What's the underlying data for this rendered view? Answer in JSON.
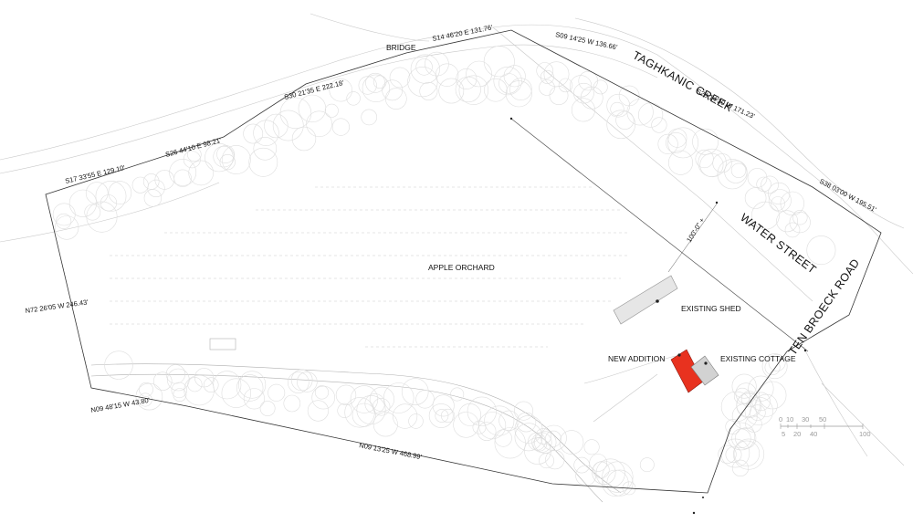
{
  "colors": {
    "new_addition_fill": "#e8321f",
    "existing_cottage_fill": "#d2d2d2",
    "existing_shed_fill": "#e6e6e6",
    "boundary_line": "#333333",
    "faint_line": "#c8c8c8",
    "label_text": "#111111",
    "scale_bar": "#9a9a9a"
  },
  "labels": {
    "bridge": "BRIDGE",
    "creek": "TAGHKANIC CREEK",
    "water_street": "WATER STREET",
    "road": "TEN BROECK ROAD",
    "orchard": "APPLE ORCHARD",
    "shed": "EXISTING SHED",
    "new_addition": "NEW ADDITION",
    "cottage": "EXISTING COTTAGE",
    "setback": "100'-0\" +"
  },
  "bearings": {
    "b1": "S17 33'55 E 129.10'",
    "b2": "S26 44'10 E 98.21'",
    "b3": "S30 21'35 E 222.18'",
    "b4": "S14 46'20 E 131.76'",
    "b5": "S09 14'25 W 136.66'",
    "b6": "S29 14'30 W 171.23'",
    "b7": "S38 03'00 W 195.51'",
    "b8": "N72 26'05 W 246.43'",
    "b9": "N09 48'15 W 43.80'",
    "b10": "N09 13'25 W 468.99'"
  },
  "scale": {
    "top_ticks": [
      "0",
      "10",
      "30",
      "50"
    ],
    "bottom_ticks": [
      "5",
      "20",
      "40",
      "100"
    ]
  },
  "icons": {
    "north_or_marker": "dot-marker"
  }
}
